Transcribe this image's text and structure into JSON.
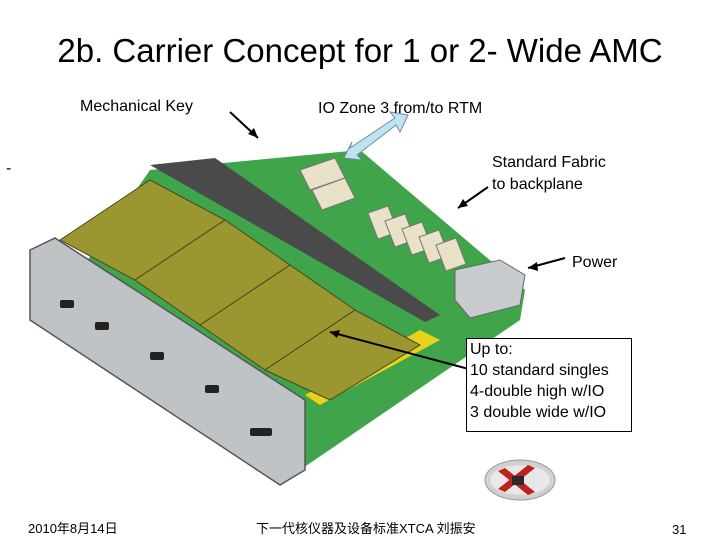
{
  "slide": {
    "title": "2b. Carrier Concept for 1 or 2- Wide AMC",
    "small_mark": "-"
  },
  "labels": {
    "mechanical_key": "Mechanical Key",
    "io_zone": "IO Zone 3 from/to RTM",
    "fabric_line1": "Standard Fabric",
    "fabric_line2": "to backplane",
    "power": "Power"
  },
  "callout": {
    "lines": [
      "Up to:",
      "10 standard singles",
      "4-double high w/IO",
      "3 double wide w/IO"
    ]
  },
  "footer": {
    "date": "2010年8月14日",
    "center": "下一代核仪器及设备标准XTCA 刘振安",
    "page_number": "31"
  },
  "colors": {
    "module_olive": "#9a9630",
    "board_green": "#3fa44a",
    "frame_grey": "#bfc3c6",
    "connector_cream": "#e9e2c8",
    "stripe_yellow": "#e8d21c"
  }
}
